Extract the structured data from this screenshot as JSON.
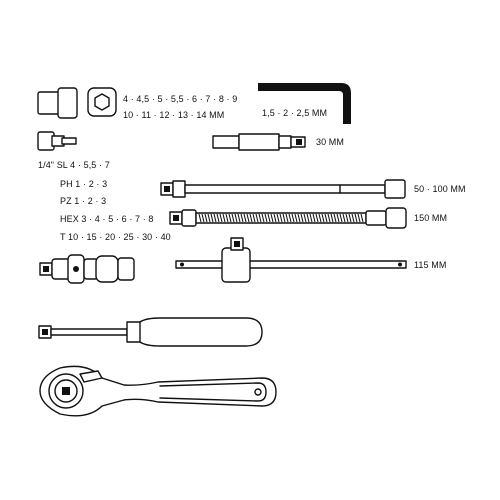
{
  "labels": {
    "socket_sizes_line1": "4 · 4,5 · 5 · 5,5 · 6 · 7 · 8 · 9",
    "socket_sizes_line2": "10 · 11 · 12 · 13 · 14 MM",
    "hex_key_sizes": "1,5 · 2 · 2,5 MM",
    "bit_adapter_length": "30 MM",
    "slotted_bits": "1/4\" SL 4 · 5,5 · 7",
    "phillips_bits": "PH 1 · 2 · 3",
    "pozidriv_bits": "PZ 1 · 2 · 3",
    "hex_bits": "HEX 3 · 4 · 5 · 6 · 7 · 8",
    "torx_bits": "T 10 · 15 · 20 · 25 · 30 · 40",
    "extension_lengths": "50 · 100 MM",
    "flex_extension_length": "150 MM",
    "t_bar_length": "115 MM"
  }
}
